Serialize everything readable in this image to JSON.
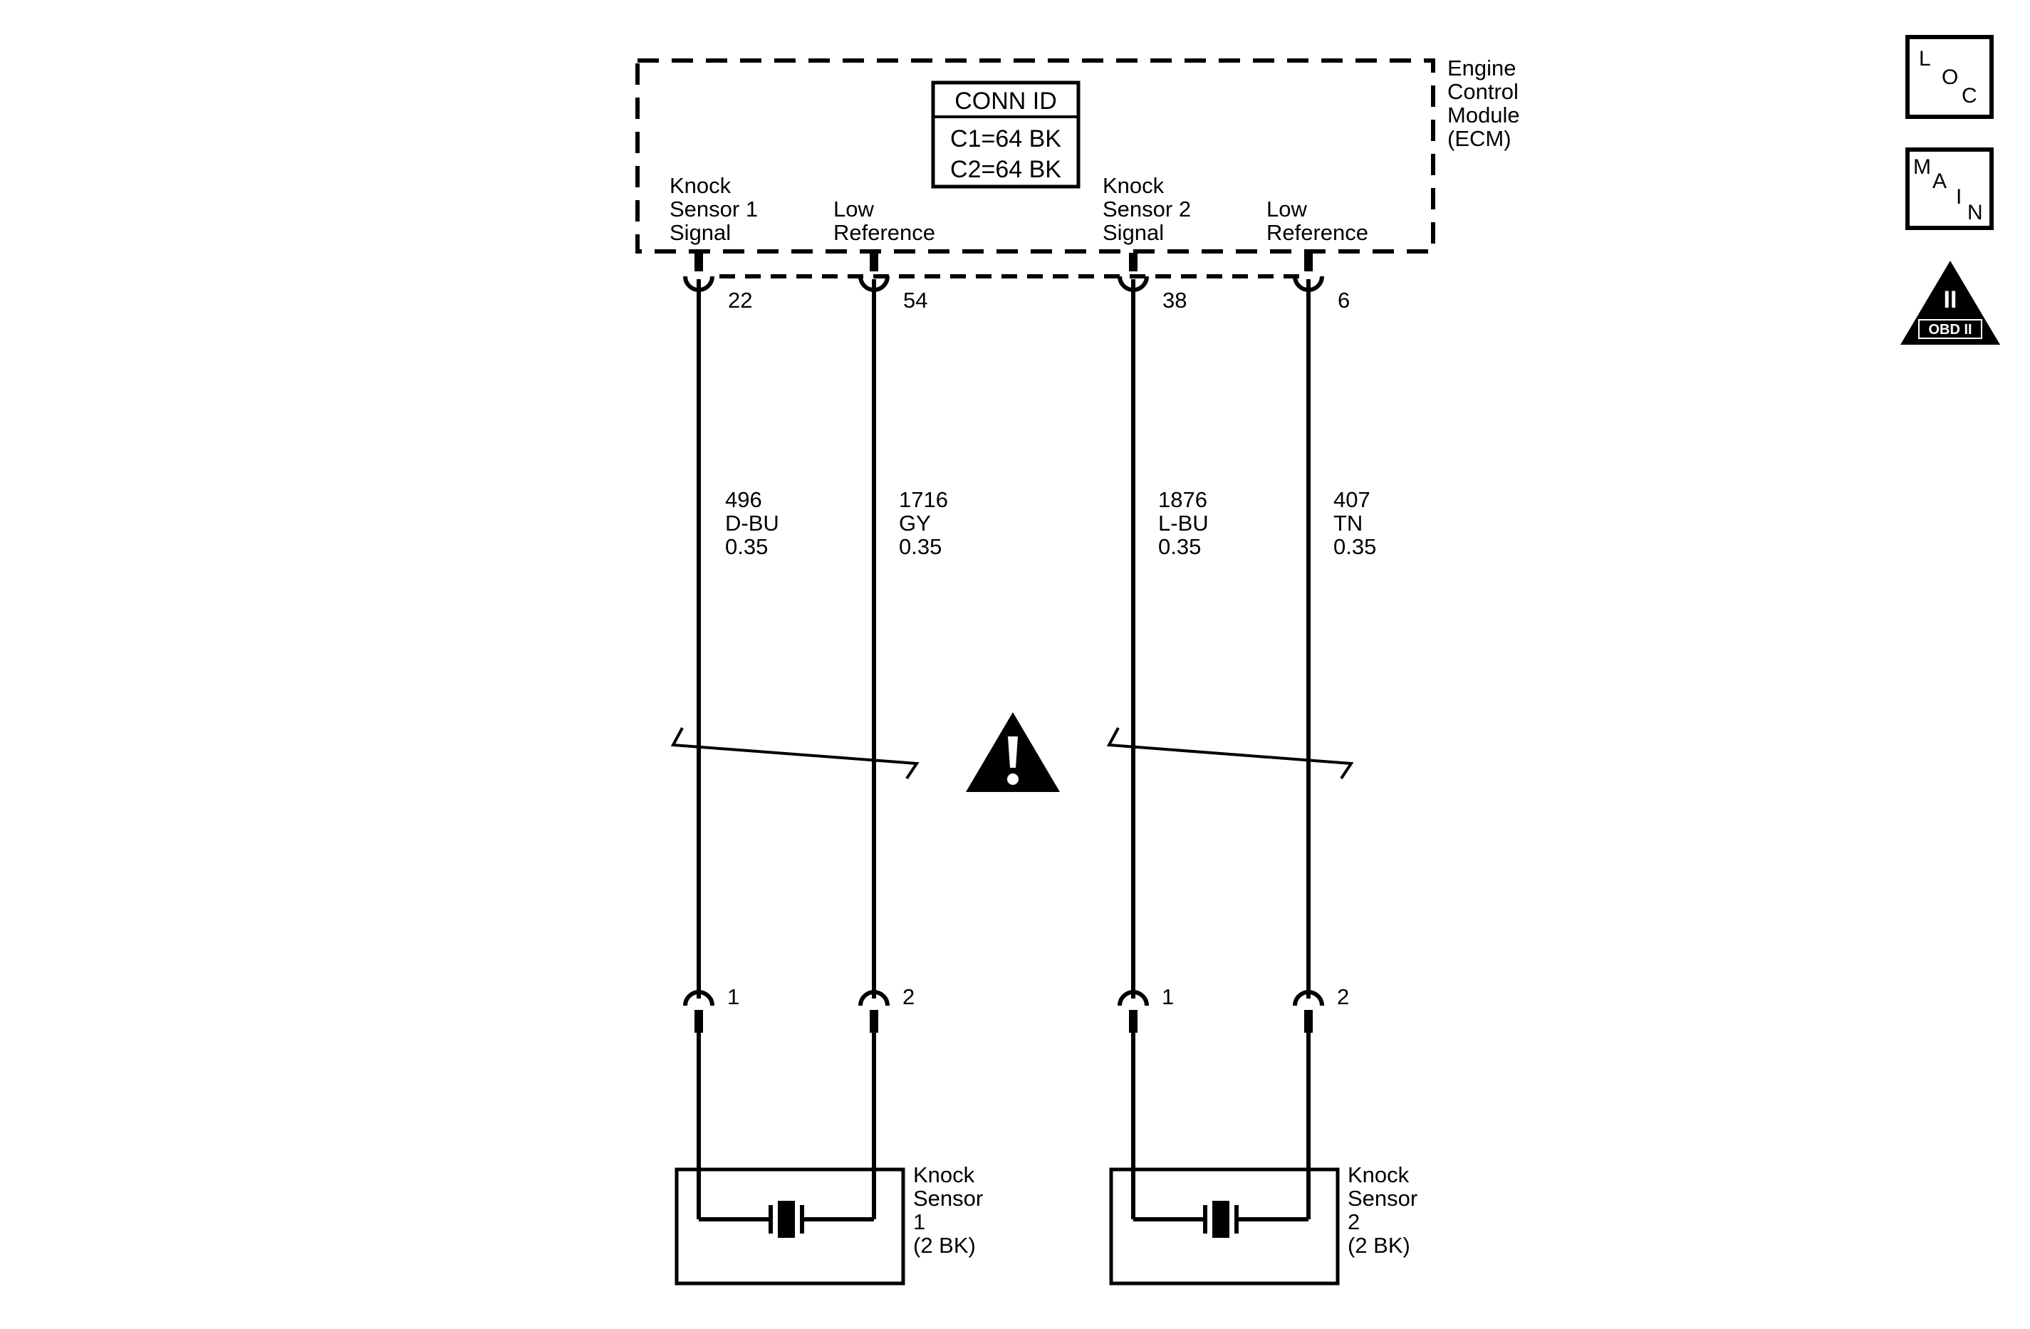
{
  "ecm": {
    "title_lines": [
      "Engine",
      "Control",
      "Module",
      "(ECM)"
    ],
    "conn_id": {
      "header": "CONN ID",
      "rows": [
        "C1=64 BK",
        "C2=64 BK"
      ]
    },
    "pin_labels": [
      [
        "Knock",
        "Sensor 1",
        "Signal"
      ],
      [
        "Low",
        "Reference"
      ],
      [
        "Knock",
        "Sensor 2",
        "Signal"
      ],
      [
        "Low",
        "Reference"
      ]
    ]
  },
  "circuits": [
    {
      "ecm_pin": "22",
      "circuit": "496",
      "color": "D-BU",
      "gauge": "0.35",
      "sensor_pin": "1"
    },
    {
      "ecm_pin": "54",
      "circuit": "1716",
      "color": "GY",
      "gauge": "0.35",
      "sensor_pin": "2"
    },
    {
      "ecm_pin": "38",
      "circuit": "1876",
      "color": "L-BU",
      "gauge": "0.35",
      "sensor_pin": "1"
    },
    {
      "ecm_pin": "6",
      "circuit": "407",
      "color": "TN",
      "gauge": "0.35",
      "sensor_pin": "2"
    }
  ],
  "sensors": [
    {
      "lines": [
        "Knock",
        "Sensor",
        "1",
        "(2 BK)"
      ]
    },
    {
      "lines": [
        "Knock",
        "Sensor",
        "2",
        "(2 BK)"
      ]
    }
  ],
  "warning_symbol": "caution-triangle-icon",
  "side_icons": {
    "loc": [
      "L",
      "O",
      "C"
    ],
    "main": [
      "M",
      "A",
      "I",
      "N"
    ],
    "obd": {
      "numeral": "II",
      "label": "OBD II"
    }
  }
}
